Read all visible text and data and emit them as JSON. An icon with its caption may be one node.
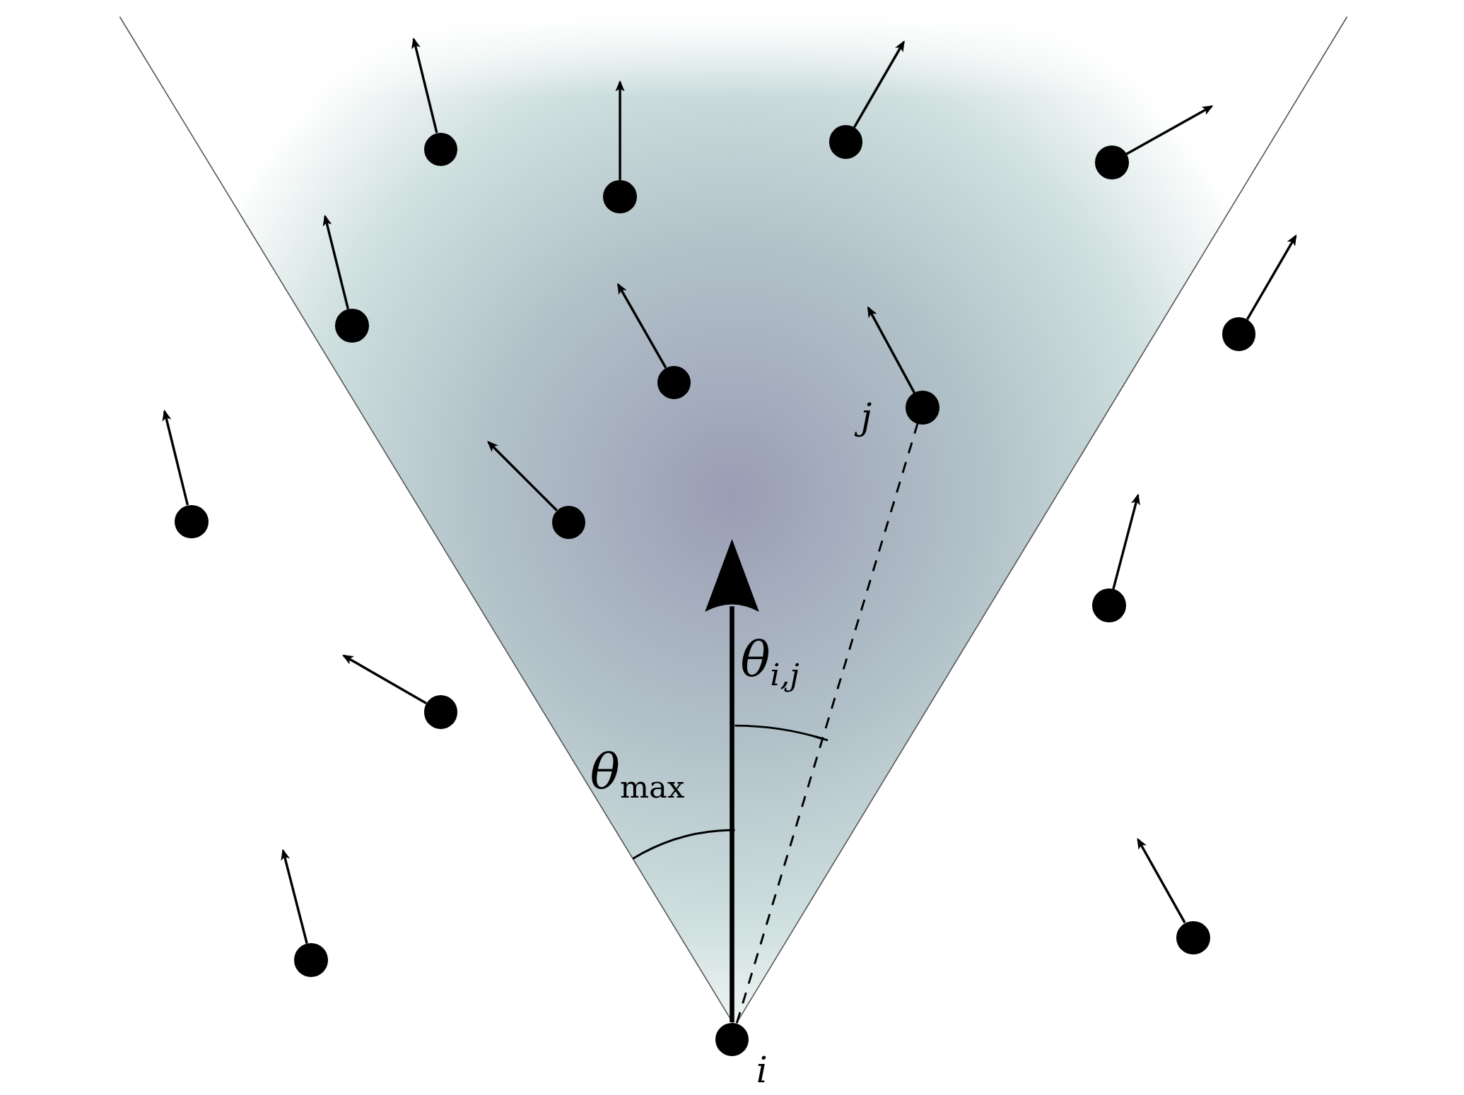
{
  "diagram": {
    "nodes": [
      {
        "text": [],
        "shape": "circle"
      },
      {
        "text": [],
        "shape": "circle"
      },
      {
        "text": [],
        "shape": "circle"
      },
      {
        "text": [],
        "shape": "circle"
      },
      {
        "text": [],
        "shape": "circle"
      },
      {
        "text": [],
        "shape": "circle"
      },
      {
        "text": [],
        "shape": "circle"
      },
      {
        "text": [],
        "shape": "circle",
        "beside": [
          "j"
        ]
      },
      {
        "text": [],
        "shape": "circle"
      },
      {
        "text": [],
        "shape": "circle"
      },
      {
        "text": [],
        "shape": "circle"
      },
      {
        "text": [],
        "shape": "circle"
      },
      {
        "text": [],
        "shape": "circle"
      },
      {
        "text": [],
        "shape": "circle"
      },
      {
        "text": [],
        "shape": "circle",
        "beside": [
          "i"
        ]
      }
    ],
    "edges": [
      {
        "from": 14,
        "to": 7,
        "arrow": "none",
        "style": "dashed"
      }
    ],
    "labels": [
      "θ$_{max}$",
      "θ$_{i,j}$"
    ]
  }
}
